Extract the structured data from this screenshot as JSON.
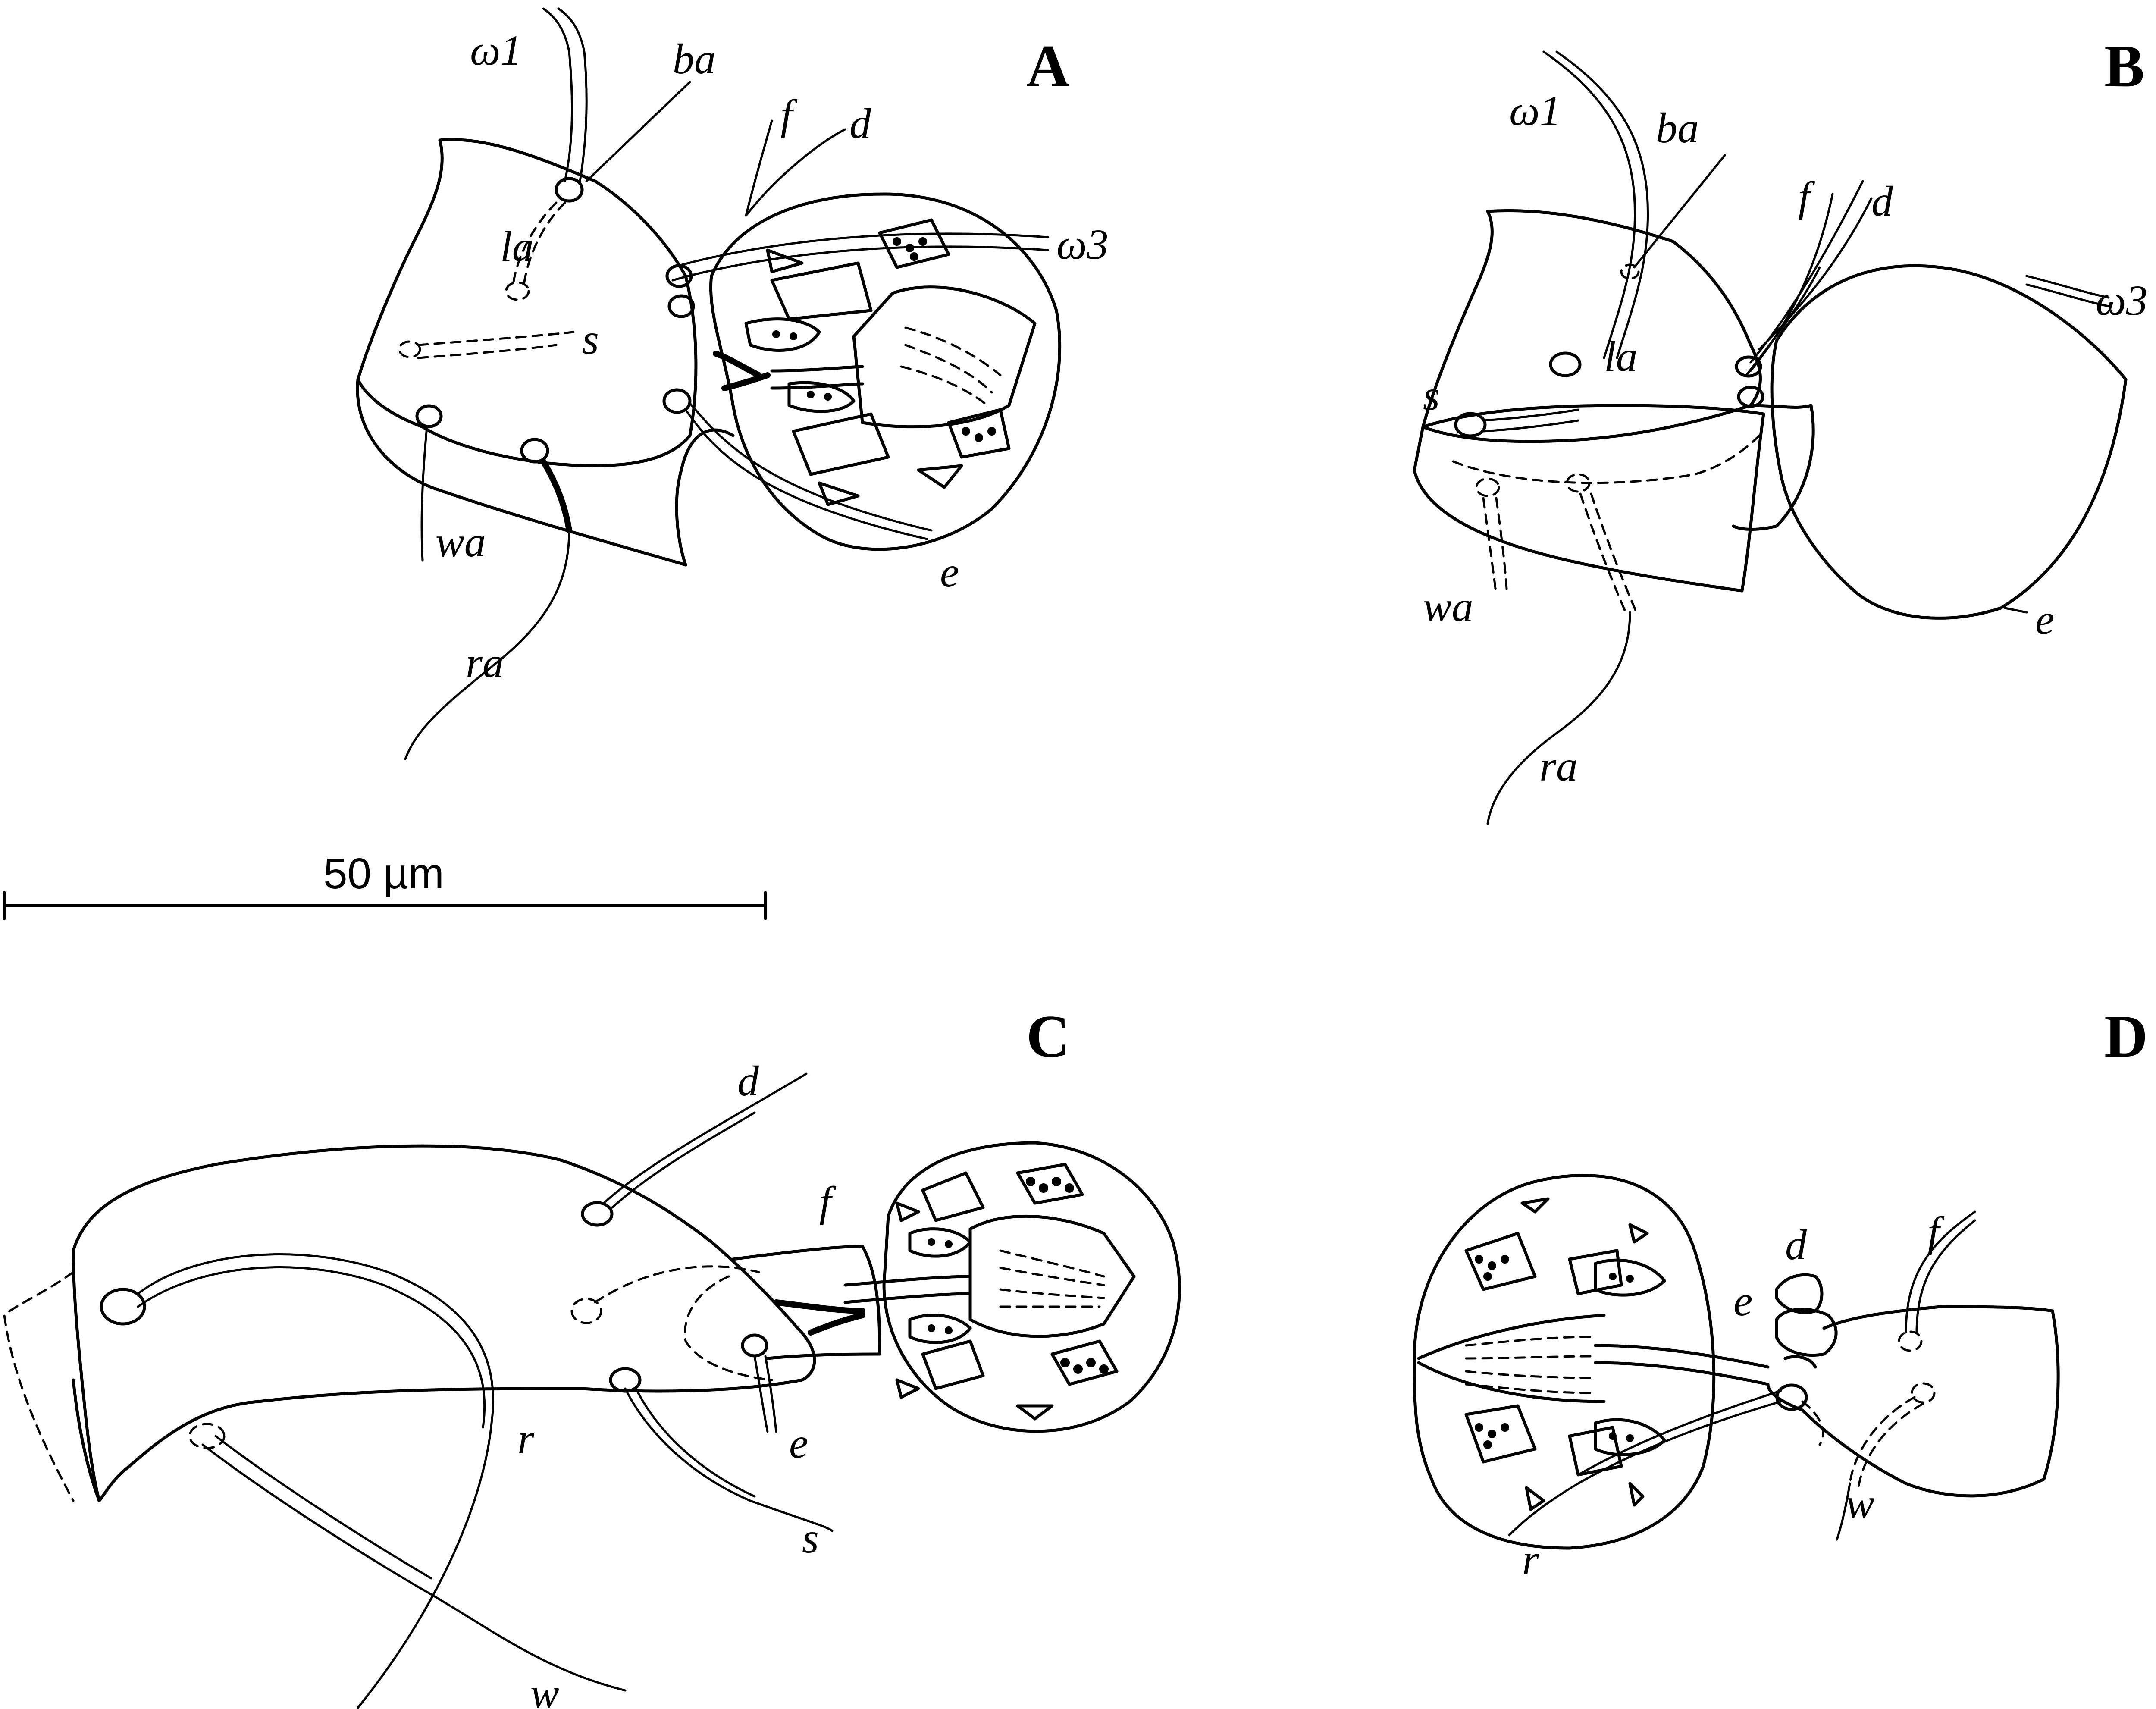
{
  "panels": [
    {
      "id": "A",
      "labels": [
        "ω1",
        "ba",
        "f",
        "d",
        "la",
        "ω3",
        "s",
        "wa",
        "ra",
        "e"
      ]
    },
    {
      "id": "B",
      "labels": [
        "ω1",
        "ba",
        "f",
        "d",
        "ω3",
        "la",
        "s",
        "wa",
        "ra",
        "e"
      ]
    },
    {
      "id": "C",
      "labels": [
        "d",
        "f",
        "r",
        "e",
        "s",
        "w"
      ]
    },
    {
      "id": "D",
      "labels": [
        "d",
        "f",
        "e",
        "w",
        "r"
      ]
    }
  ],
  "scale_bar": {
    "label": "50 µm"
  }
}
